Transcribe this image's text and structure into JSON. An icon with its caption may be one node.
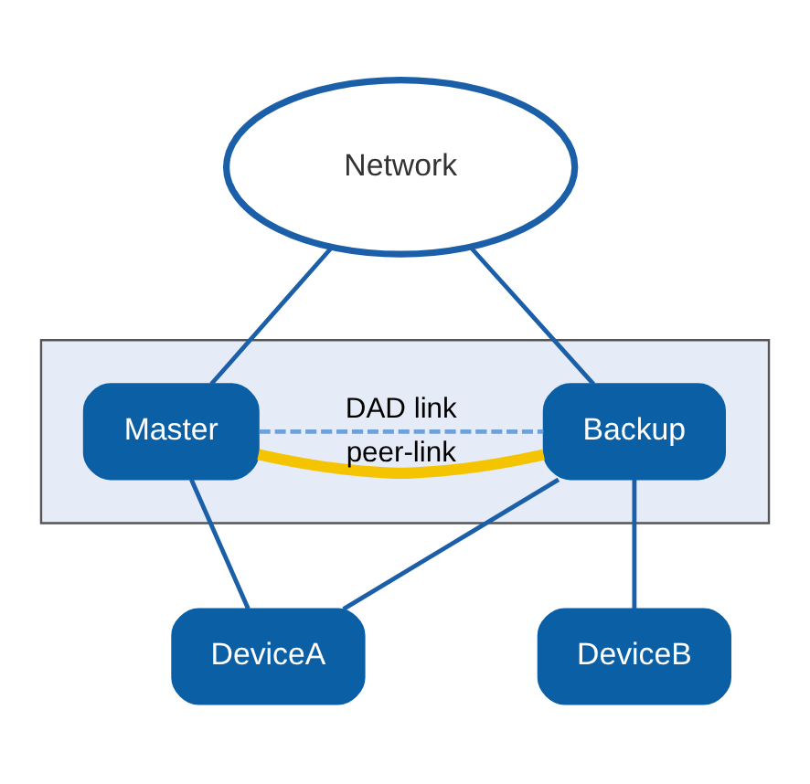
{
  "diagram": {
    "nodes": [
      {
        "text": [
          "Network"
        ]
      },
      {
        "text": [],
        "shape": "box"
      },
      {
        "text": [
          "Master"
        ],
        "in": 1
      },
      {
        "text": [
          "Backup"
        ],
        "in": 1
      },
      {
        "text": [
          "DeviceA"
        ]
      },
      {
        "text": [
          "DeviceB"
        ]
      }
    ],
    "edges": [
      {
        "from": 0,
        "to": 2,
        "arrow": "none"
      },
      {
        "from": 0,
        "to": 3,
        "arrow": "none"
      },
      {
        "from": 2,
        "to": 3,
        "arrow": "none",
        "label": "DAD link",
        "style": "dashed",
        "color": "#6fa0d8"
      },
      {
        "from": 2,
        "to": 3,
        "arrow": "none",
        "label": "peer-link",
        "style": "thick",
        "color": "#f5c400"
      },
      {
        "from": 2,
        "to": 4,
        "arrow": "none"
      },
      {
        "from": 3,
        "to": 4,
        "arrow": "none"
      },
      {
        "from": 3,
        "to": 5,
        "arrow": "none"
      }
    ]
  }
}
